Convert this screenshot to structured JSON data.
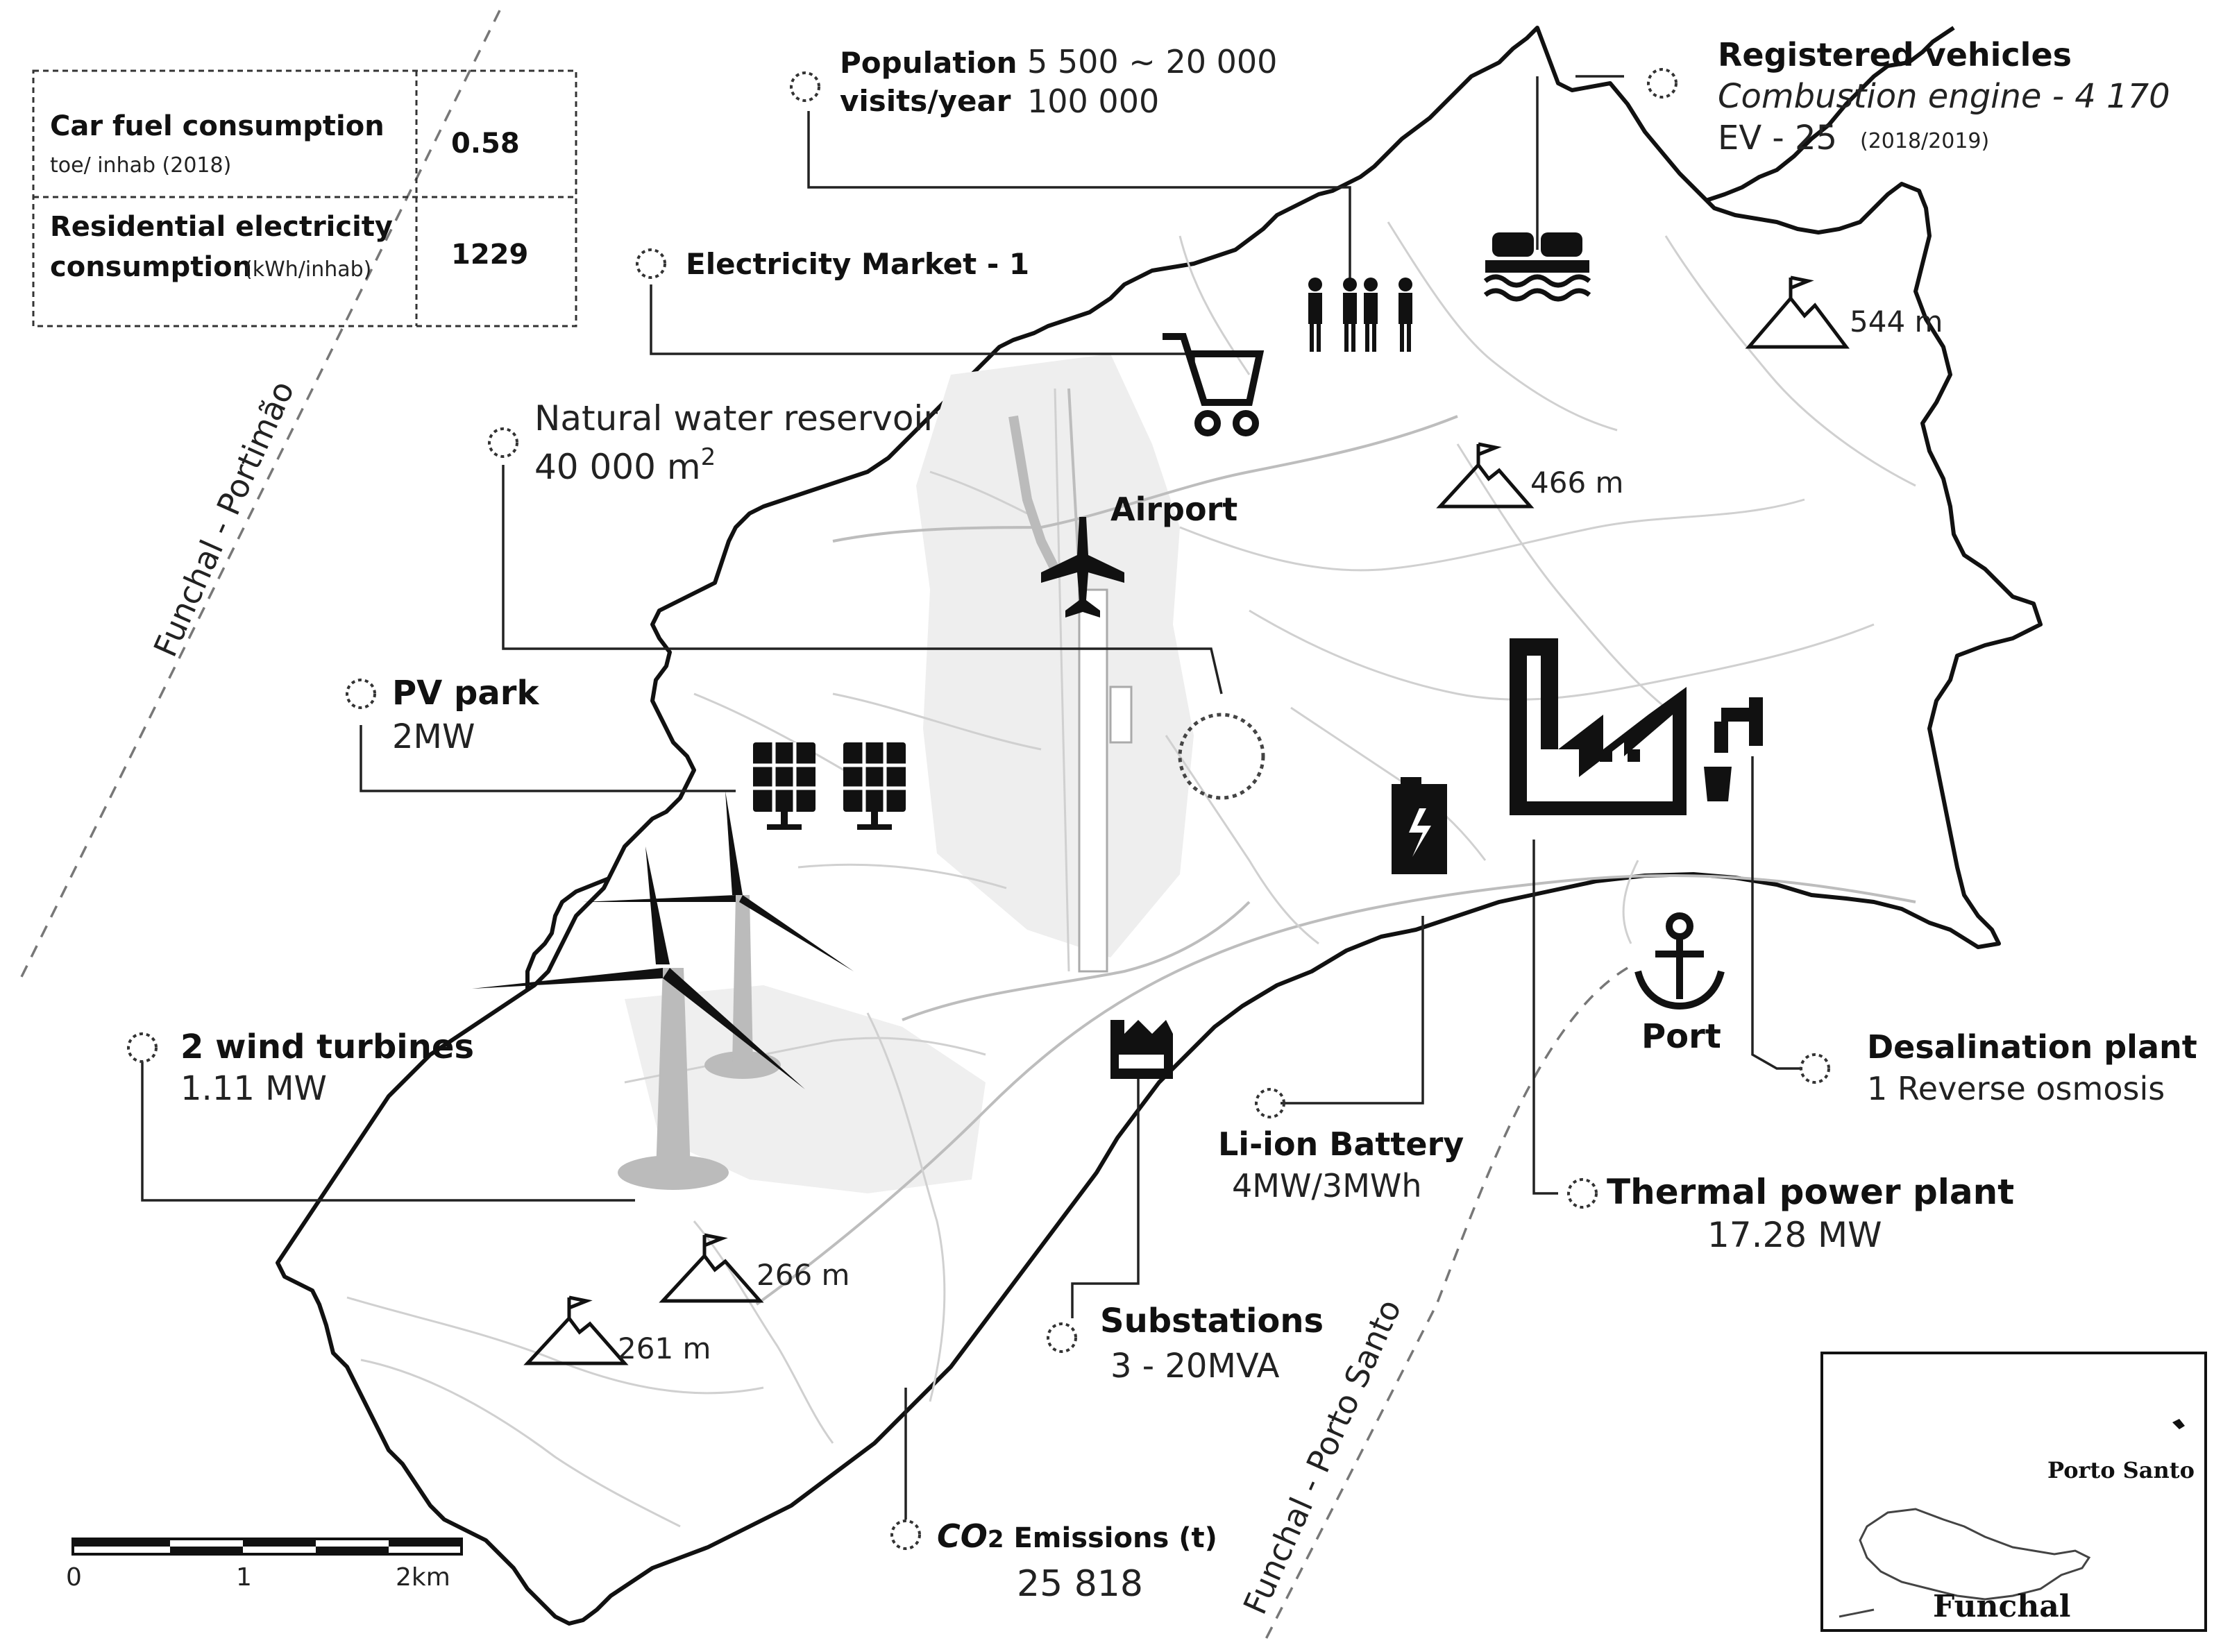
{
  "summary_table": {
    "rows": [
      {
        "label": "Car fuel consumption",
        "sublabel": "toe/ inhab (2018)",
        "value": "0.58"
      },
      {
        "label": "Residential electricity",
        "label2": "consumption",
        "sublabel": "(kWh/inhab)",
        "value": "1229"
      }
    ]
  },
  "ferry_routes": {
    "portimao": "Funchal - Portimão",
    "porto_santo": "Funchal - Porto Santo"
  },
  "annotations": {
    "population": {
      "title1": "Population",
      "title2": "visits/year",
      "value1": "5 500 ~ 20 000",
      "value2": "100 000"
    },
    "vehicles": {
      "title": "Registered vehicles",
      "line1": "Combustion engine - 4 170",
      "line2": "EV - 25",
      "note": "(2018/2019)"
    },
    "electricity_market": {
      "title": "Electricity Market - 1"
    },
    "water_reservoir": {
      "title": "Natural water reservoir",
      "value": "40 000 m",
      "sup": "2"
    },
    "airport": {
      "title": "Airport"
    },
    "pv_park": {
      "title": "PV park",
      "value": "2MW"
    },
    "wind": {
      "title": "2 wind turbines",
      "value": "1.11 MW"
    },
    "battery": {
      "title": "Li-ion Battery",
      "value": "4MW/3MWh"
    },
    "thermal": {
      "title": "Thermal power plant",
      "value": "17.28 MW"
    },
    "desalination": {
      "title": "Desalination plant",
      "value": "1 Reverse osmosis"
    },
    "port": {
      "title": "Port"
    },
    "substations": {
      "title": "Substations",
      "value": "3 - 20MVA"
    },
    "co2": {
      "title_prefix": "CO",
      "title_sub": "2",
      "title_suffix": " Emissions (t)",
      "value": "25 818"
    }
  },
  "peaks": [
    "544 m",
    "466 m",
    "266 m",
    "261 m"
  ],
  "scale_bar": {
    "ticks": [
      "0",
      "1",
      "2km"
    ]
  },
  "inset": {
    "label1": "Porto Santo",
    "label2": "Funchal"
  }
}
